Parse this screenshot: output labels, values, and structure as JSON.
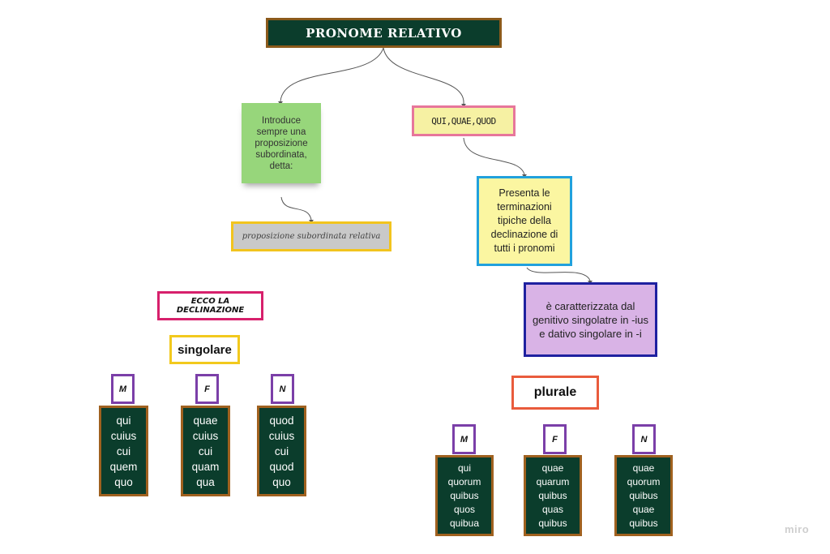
{
  "title": "PRONOME RELATIVO",
  "intro_note": "Introduce sempre una proposizione subordinata, detta:",
  "relative_clause": "proposizione subordinata relativa",
  "forms_label": "QUI,QUAE,QUOD",
  "presenta": "Presenta le terminazioni tipiche della declinazione di tutti i pronomi",
  "caratterizzata": "è caratterizzata dal genitivo  singolatre in -ius e dativo singolare in -i",
  "ecco": "ECCO LA DECLINAZIONE",
  "singolare": {
    "label": "singolare",
    "genders": [
      "M",
      "F",
      "N"
    ],
    "columns": [
      [
        "qui",
        "cuius",
        "cui",
        "quem",
        "quo"
      ],
      [
        "quae",
        "cuius",
        "cui",
        "quam",
        "qua"
      ],
      [
        "quod",
        "cuius",
        "cui",
        "quod",
        "quo"
      ]
    ]
  },
  "plurale": {
    "label": "plurale",
    "genders": [
      "M",
      "F",
      "N"
    ],
    "columns": [
      [
        "qui",
        "quorum",
        "quibus",
        "quos",
        "quibua"
      ],
      [
        "quae",
        "quarum",
        "quibus",
        "quas",
        "quibus"
      ],
      [
        "quae",
        "quorum",
        "quibus",
        "quae",
        "quibus"
      ]
    ]
  },
  "watermark": "miro",
  "colors": {
    "board": "#0b3d2c",
    "board_border": "#a0611f",
    "sticky": "#97d67b",
    "yellow_box": "#fbf6a1",
    "lilac_box": "#d9b3e6"
  }
}
